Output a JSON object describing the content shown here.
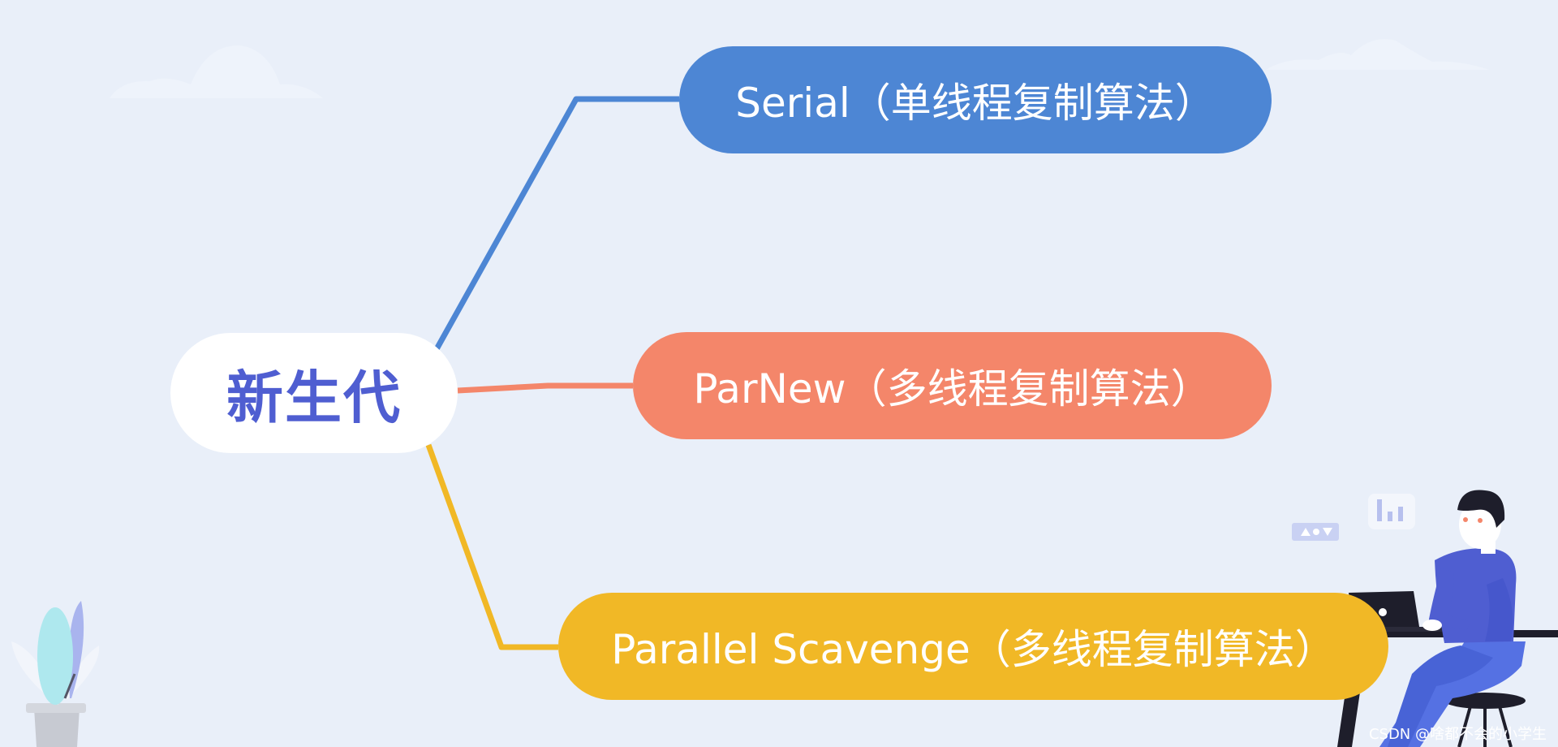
{
  "diagram": {
    "root": {
      "label": "新生代"
    },
    "children": [
      {
        "label": "Serial（单线程复制算法）",
        "color": "#4d86d4"
      },
      {
        "label": "ParNew（多线程复制算法）",
        "color": "#f4866a"
      },
      {
        "label": "Parallel Scavenge（多线程复制算法）",
        "color": "#f1b826"
      }
    ]
  },
  "background_color": "#e9eff9",
  "root_text_color": "#4f5ed1",
  "watermark": "CSDN @啥都不会的小学生"
}
